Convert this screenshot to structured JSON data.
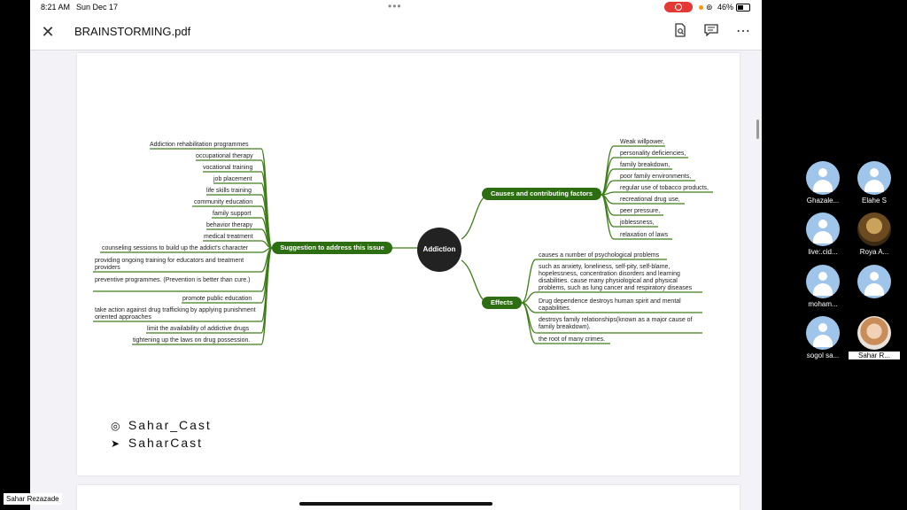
{
  "status": {
    "time": "8:21 AM",
    "date": "Sun Dec 17",
    "battery": "46%"
  },
  "toolbar": {
    "title": "BRAINSTORMING.pdf"
  },
  "mindmap": {
    "center": "Addiction",
    "causes": {
      "label": "Causes and contributing factors",
      "items": [
        "Weak willpower,",
        "personality deficiencies,",
        "family breakdown,",
        "poor family environments,",
        "regular use of tobacco products,",
        "recreational drug use,",
        "peer pressure,",
        "joblessness,",
        "relaxation of laws"
      ]
    },
    "effects": {
      "label": "Effects",
      "items": [
        "causes a number of psychological problems",
        "such as anxiety, loneliness, self-pity, self-blame, hopelessness, concentration disorders and learning disabilities. cause many physiological and physical problems, such as lung cancer and respiratory diseases",
        "Drug dependence destroys human spirit and mental capabilities.",
        "destroys family relationships(known as a major cause of family breakdown).",
        "the root of many crimes."
      ]
    },
    "suggestions": {
      "label": "Suggestion to address this issue",
      "items": [
        "Addiction rehabilitation programmes",
        "occupational therapy",
        "vocational training",
        "job placement",
        "life skills training",
        "community education",
        "family support",
        "behavior therapy",
        "medical treatment",
        "counseling sessions to build up the addict's character",
        "providing ongoing training for educators and treatment providers",
        "preventive programmes. (Prevention is better than cure.)",
        "promote public education",
        "take action against drug trafficking by applying punishment oriented approaches",
        "limit the availability of addictive drugs",
        "tightening up the laws on drug possession."
      ]
    },
    "social": {
      "instagram": "Sahar_Cast",
      "telegram": "SaharCast"
    }
  },
  "participants": [
    {
      "name": "Ghazale..."
    },
    {
      "name": "Elahe S"
    },
    {
      "name": "live:.cid..."
    },
    {
      "name": "Roya A..."
    },
    {
      "name": "moham..."
    },
    {
      "name": ""
    },
    {
      "name": "sogol sa..."
    },
    {
      "name": "Sahar R..."
    }
  ],
  "self_name": "Sahar Rezazade"
}
